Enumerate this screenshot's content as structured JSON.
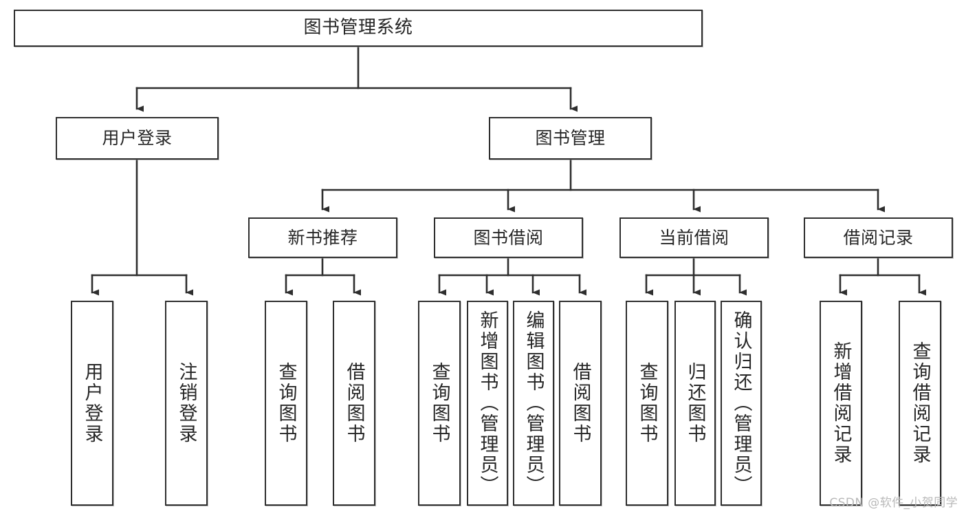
{
  "diagram": {
    "title": "图书管理系统",
    "watermark": "CSDN @软件_小贺同学",
    "colors": {
      "background": "#ffffff",
      "border": "#2e2e2e",
      "text": "#262626",
      "edge": "#2e2e2e",
      "watermark": "#b9b9b9"
    },
    "nodes": {
      "root": {
        "label": "图书管理系统"
      },
      "tier1": [
        {
          "label": "用户登录"
        },
        {
          "label": "图书管理"
        }
      ],
      "tier2": [
        {
          "label": "新书推荐"
        },
        {
          "label": "图书借阅"
        },
        {
          "label": "当前借阅"
        },
        {
          "label": "借阅记录"
        }
      ],
      "leaves": {
        "user_login": [
          {
            "label": "用户登录"
          },
          {
            "label": "注销登录"
          }
        ],
        "new_book": [
          {
            "label": "查询图书"
          },
          {
            "label": "借阅图书"
          }
        ],
        "book_borrow": [
          {
            "label": "查询图书"
          },
          {
            "label": "新增图书（管理员）"
          },
          {
            "label": "编辑图书（管理员）"
          },
          {
            "label": "借阅图书"
          }
        ],
        "current_borrow": [
          {
            "label": "查询图书"
          },
          {
            "label": "归还图书"
          },
          {
            "label": "确认归还（管理员）"
          }
        ],
        "borrow_record": [
          {
            "label": "新增借阅记录"
          },
          {
            "label": "查询借阅记录"
          }
        ]
      }
    }
  }
}
